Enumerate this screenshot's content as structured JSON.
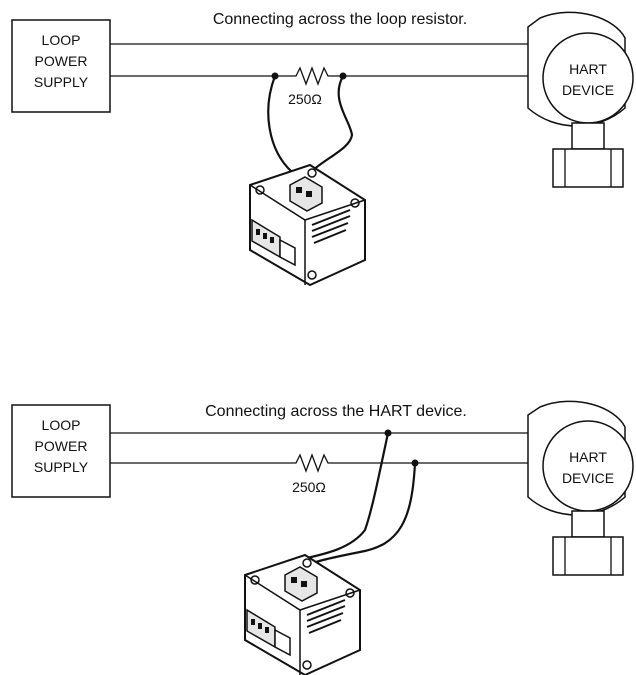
{
  "diagrams": [
    {
      "caption": "Connecting across the loop resistor.",
      "power_supply": [
        "LOOP",
        "POWER",
        "SUPPLY"
      ],
      "resistor_label": "250Ω",
      "device": [
        "HART",
        "DEVICE"
      ],
      "connection": "across-resistor"
    },
    {
      "caption": "Connecting across the HART device.",
      "power_supply": [
        "LOOP",
        "POWER",
        "SUPPLY"
      ],
      "resistor_label": "250Ω",
      "device": [
        "HART",
        "DEVICE"
      ],
      "connection": "across-device"
    }
  ],
  "modem": {
    "icon": "usb-hart-modem-icon"
  }
}
